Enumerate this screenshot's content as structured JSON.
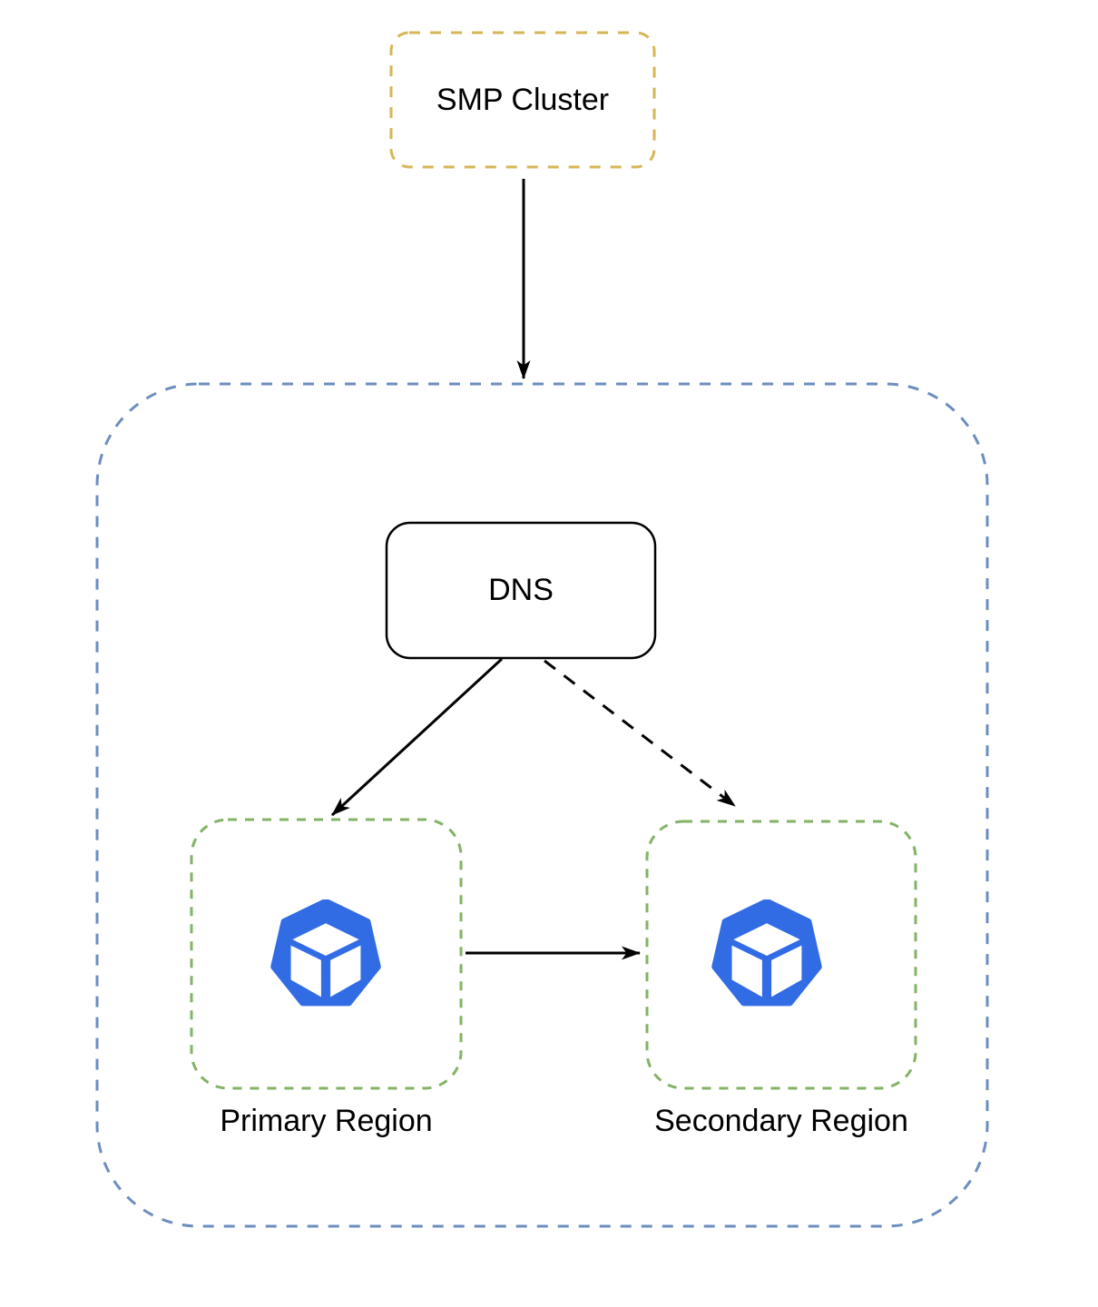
{
  "diagram": {
    "nodes": {
      "smp_cluster": {
        "label": "SMP Cluster",
        "shape": "dashed-rounded-rect",
        "border_color": "#d6b656"
      },
      "dns_zone_container": {
        "label": "",
        "shape": "dashed-rounded-container",
        "border_color": "#6c8ebf"
      },
      "dns": {
        "label": "DNS",
        "shape": "solid-rounded-rect",
        "border_color": "#000000"
      },
      "primary_region": {
        "label": "Primary Region",
        "shape": "dashed-rounded-rect",
        "border_color": "#82b366",
        "icon": "cube-heptagon-icon"
      },
      "secondary_region": {
        "label": "Secondary Region",
        "shape": "dashed-rounded-rect",
        "border_color": "#82b366",
        "icon": "cube-heptagon-icon"
      }
    },
    "edges": [
      {
        "from": "SMP Cluster",
        "to": "DNS zone container",
        "style": "solid",
        "arrowhead": "filled-triangle"
      },
      {
        "from": "DNS",
        "to": "Primary Region",
        "style": "solid",
        "arrowhead": "filled-triangle"
      },
      {
        "from": "DNS",
        "to": "Secondary Region",
        "style": "dashed",
        "arrowhead": "filled-triangle"
      },
      {
        "from": "Primary Region",
        "to": "Secondary Region",
        "style": "solid",
        "arrowhead": "filled-triangle"
      }
    ],
    "colors": {
      "smp_border": "#d6b656",
      "container_border": "#6c8ebf",
      "region_border": "#82b366",
      "node_border": "#000000",
      "arrow_color": "#000000",
      "icon_blue": "#326ce5",
      "background": "#ffffff",
      "text_color": "#000000"
    }
  }
}
